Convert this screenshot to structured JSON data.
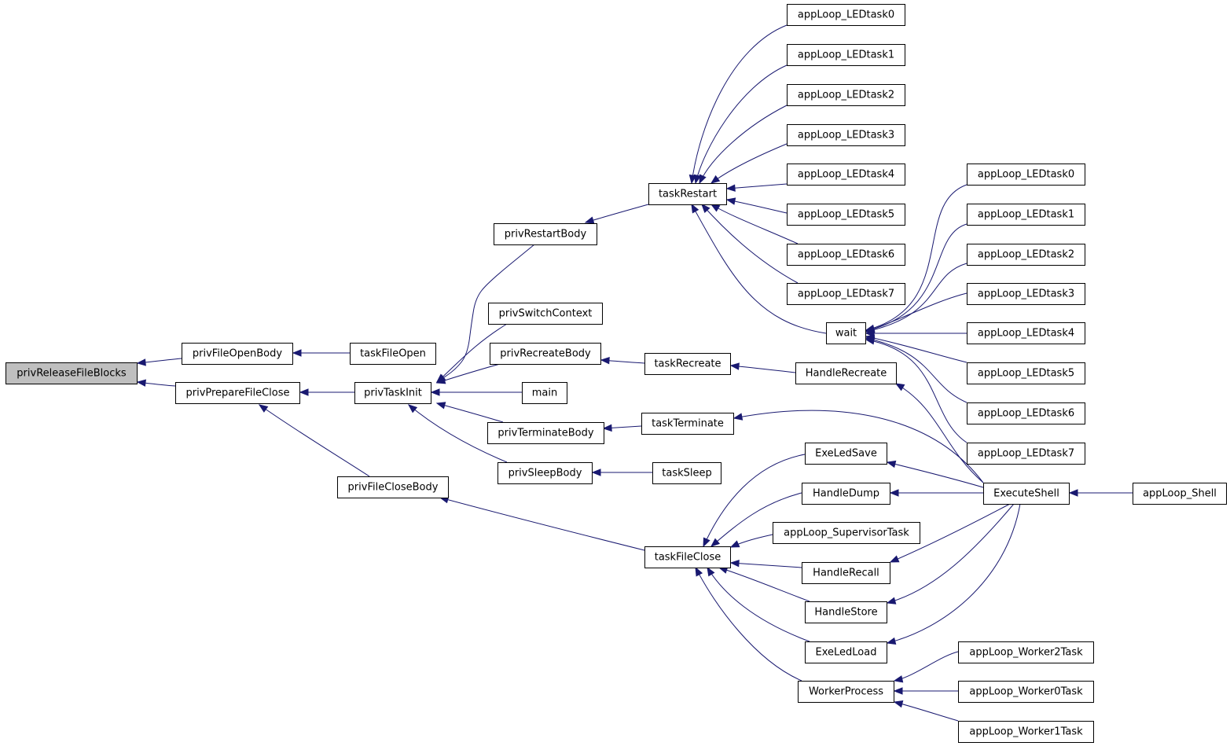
{
  "colors": {
    "edge": "#191970",
    "node_fill": "#ffffff",
    "root_fill": "#bfbfbf",
    "border": "#000000"
  },
  "nodes": [
    {
      "id": "n_root",
      "label": "privReleaseFileBlocks",
      "root": true
    },
    {
      "id": "n_fob",
      "label": "privFileOpenBody"
    },
    {
      "id": "n_tfo",
      "label": "taskFileOpen"
    },
    {
      "id": "n_pfc",
      "label": "privPrepareFileClose"
    },
    {
      "id": "n_pti",
      "label": "privTaskInit"
    },
    {
      "id": "n_prb",
      "label": "privRestartBody"
    },
    {
      "id": "n_psc",
      "label": "privSwitchContext"
    },
    {
      "id": "n_prec",
      "label": "privRecreateBody"
    },
    {
      "id": "n_main",
      "label": "main"
    },
    {
      "id": "n_ptb",
      "label": "privTerminateBody"
    },
    {
      "id": "n_psb",
      "label": "privSleepBody"
    },
    {
      "id": "n_pfcb",
      "label": "privFileCloseBody"
    },
    {
      "id": "n_trs",
      "label": "taskRestart"
    },
    {
      "id": "n_trc",
      "label": "taskRecreate"
    },
    {
      "id": "n_tt",
      "label": "taskTerminate"
    },
    {
      "id": "n_tsl",
      "label": "taskSleep"
    },
    {
      "id": "n_tfc",
      "label": "taskFileClose"
    },
    {
      "id": "n_a0",
      "label": "appLoop_LEDtask0"
    },
    {
      "id": "n_a1",
      "label": "appLoop_LEDtask1"
    },
    {
      "id": "n_a2",
      "label": "appLoop_LEDtask2"
    },
    {
      "id": "n_a3",
      "label": "appLoop_LEDtask3"
    },
    {
      "id": "n_a4",
      "label": "appLoop_LEDtask4"
    },
    {
      "id": "n_a5",
      "label": "appLoop_LEDtask5"
    },
    {
      "id": "n_a6",
      "label": "appLoop_LEDtask6"
    },
    {
      "id": "n_a7",
      "label": "appLoop_LEDtask7"
    },
    {
      "id": "n_wait",
      "label": "wait"
    },
    {
      "id": "n_hrc",
      "label": "HandleRecreate"
    },
    {
      "id": "n_els",
      "label": "ExeLedSave"
    },
    {
      "id": "n_hd",
      "label": "HandleDump"
    },
    {
      "id": "n_sup",
      "label": "appLoop_SupervisorTask"
    },
    {
      "id": "n_hrl",
      "label": "HandleRecall"
    },
    {
      "id": "n_hs",
      "label": "HandleStore"
    },
    {
      "id": "n_ell",
      "label": "ExeLedLoad"
    },
    {
      "id": "n_wp",
      "label": "WorkerProcess"
    },
    {
      "id": "n_b0",
      "label": "appLoop_LEDtask0"
    },
    {
      "id": "n_b1",
      "label": "appLoop_LEDtask1"
    },
    {
      "id": "n_b2",
      "label": "appLoop_LEDtask2"
    },
    {
      "id": "n_b3",
      "label": "appLoop_LEDtask3"
    },
    {
      "id": "n_b4",
      "label": "appLoop_LEDtask4"
    },
    {
      "id": "n_b5",
      "label": "appLoop_LEDtask5"
    },
    {
      "id": "n_b6",
      "label": "appLoop_LEDtask6"
    },
    {
      "id": "n_b7",
      "label": "appLoop_LEDtask7"
    },
    {
      "id": "n_es",
      "label": "ExecuteShell"
    },
    {
      "id": "n_w2",
      "label": "appLoop_Worker2Task"
    },
    {
      "id": "n_w0",
      "label": "appLoop_Worker0Task"
    },
    {
      "id": "n_w1",
      "label": "appLoop_Worker1Task"
    },
    {
      "id": "n_shell",
      "label": "appLoop_Shell"
    }
  ],
  "edges": [
    [
      "n_fob",
      "n_root"
    ],
    [
      "n_pfc",
      "n_root"
    ],
    [
      "n_tfo",
      "n_fob"
    ],
    [
      "n_pti",
      "n_pfc"
    ],
    [
      "n_pfcb",
      "n_pfc"
    ],
    [
      "n_prb",
      "n_pti"
    ],
    [
      "n_psc",
      "n_pti"
    ],
    [
      "n_prec",
      "n_pti"
    ],
    [
      "n_main",
      "n_pti"
    ],
    [
      "n_ptb",
      "n_pti"
    ],
    [
      "n_psb",
      "n_pti"
    ],
    [
      "n_trs",
      "n_prb"
    ],
    [
      "n_trc",
      "n_prec"
    ],
    [
      "n_tt",
      "n_ptb"
    ],
    [
      "n_tsl",
      "n_psb"
    ],
    [
      "n_tfc",
      "n_pfcb"
    ],
    [
      "n_a0",
      "n_trs"
    ],
    [
      "n_a1",
      "n_trs"
    ],
    [
      "n_a2",
      "n_trs"
    ],
    [
      "n_a3",
      "n_trs"
    ],
    [
      "n_a4",
      "n_trs"
    ],
    [
      "n_a5",
      "n_trs"
    ],
    [
      "n_a6",
      "n_trs"
    ],
    [
      "n_a7",
      "n_trs"
    ],
    [
      "n_wait",
      "n_trs"
    ],
    [
      "n_hrc",
      "n_trc"
    ],
    [
      "n_es",
      "n_tt"
    ],
    [
      "n_els",
      "n_tfc"
    ],
    [
      "n_hd",
      "n_tfc"
    ],
    [
      "n_sup",
      "n_tfc"
    ],
    [
      "n_hrl",
      "n_tfc"
    ],
    [
      "n_hs",
      "n_tfc"
    ],
    [
      "n_ell",
      "n_tfc"
    ],
    [
      "n_wp",
      "n_tfc"
    ],
    [
      "n_b0",
      "n_wait"
    ],
    [
      "n_b1",
      "n_wait"
    ],
    [
      "n_b2",
      "n_wait"
    ],
    [
      "n_b3",
      "n_wait"
    ],
    [
      "n_b4",
      "n_wait"
    ],
    [
      "n_b5",
      "n_wait"
    ],
    [
      "n_b6",
      "n_wait"
    ],
    [
      "n_b7",
      "n_wait"
    ],
    [
      "n_es",
      "n_hrc"
    ],
    [
      "n_es",
      "n_els"
    ],
    [
      "n_es",
      "n_hd"
    ],
    [
      "n_es",
      "n_hrl"
    ],
    [
      "n_es",
      "n_hs"
    ],
    [
      "n_es",
      "n_ell"
    ],
    [
      "n_w2",
      "n_wp"
    ],
    [
      "n_w0",
      "n_wp"
    ],
    [
      "n_w1",
      "n_wp"
    ],
    [
      "n_shell",
      "n_es"
    ]
  ]
}
